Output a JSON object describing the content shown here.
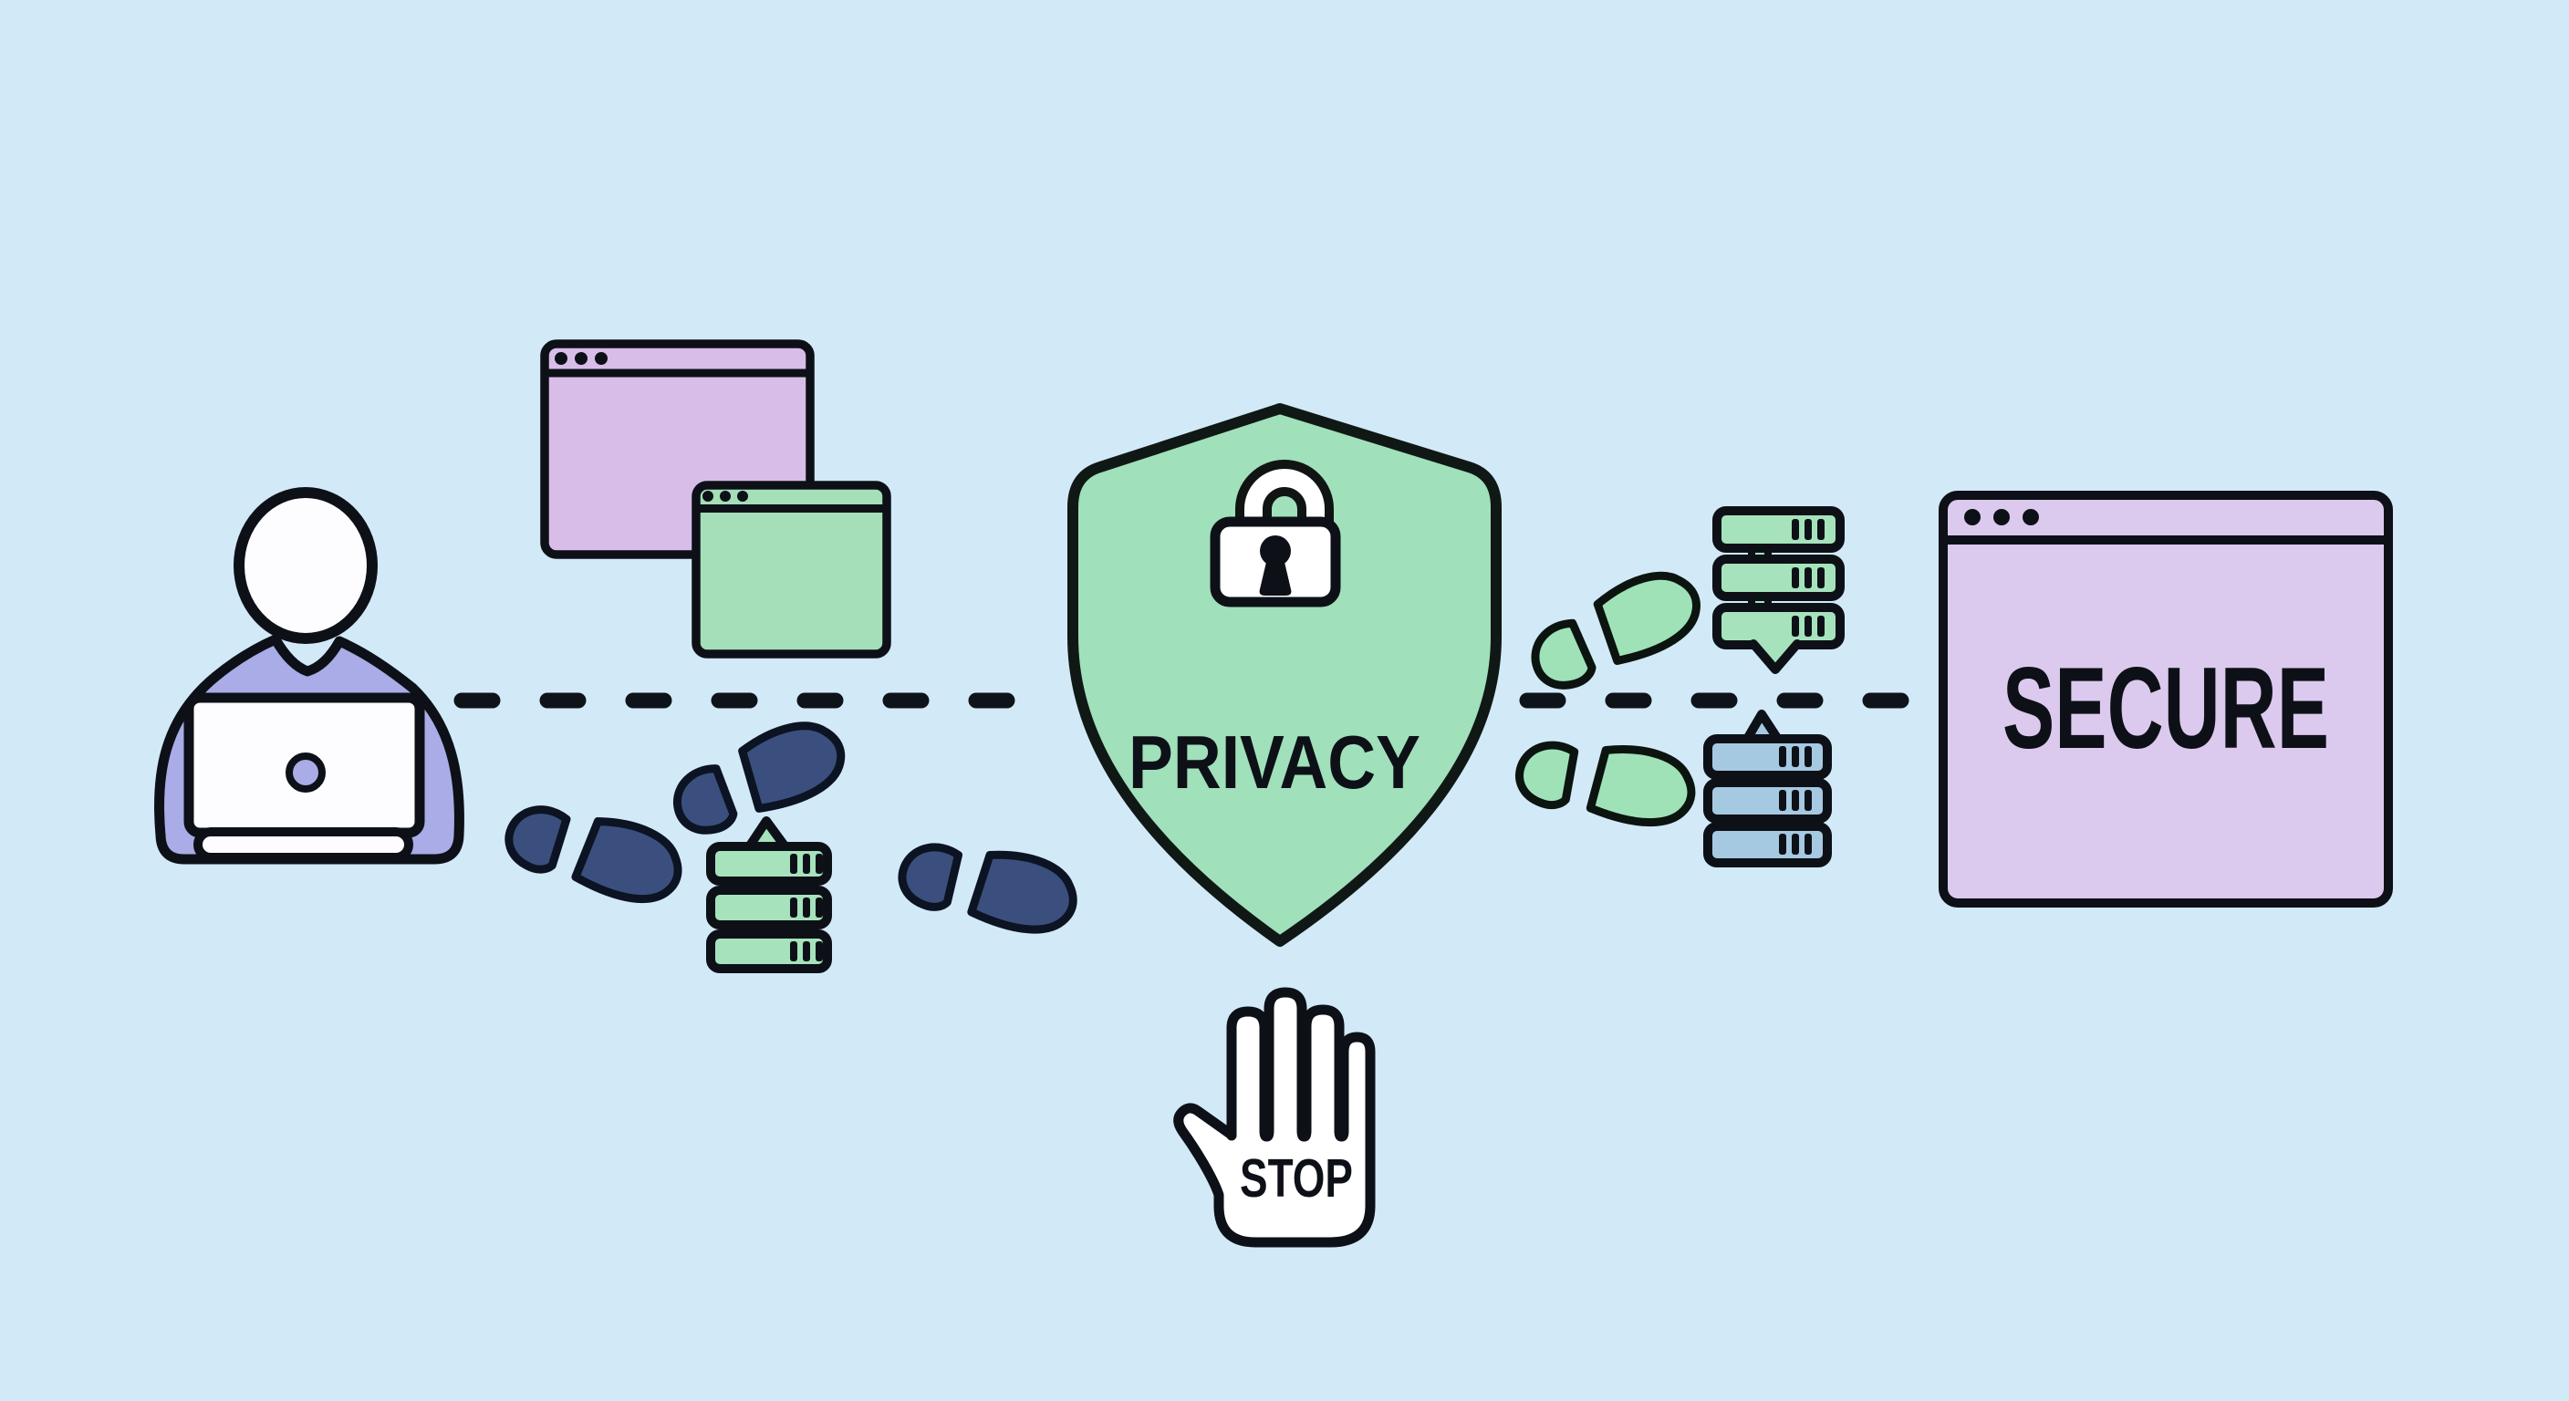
{
  "illustration": {
    "background_color": "#d2e9f8",
    "outline_color": "#0d1117",
    "dotted_line_color": "#0e1319",
    "labels": {
      "privacy": "PRIVACY",
      "stop": "STOP",
      "secure": "SECURE"
    },
    "left_scene": {
      "user": {
        "icon": "person-at-laptop-icon",
        "shirt_color": "#a9ace6",
        "laptop_color": "#fdfdff"
      },
      "windows": [
        {
          "icon": "browser-window-icon",
          "fill": "#d9bde9"
        },
        {
          "icon": "browser-window-icon",
          "fill": "#a4dfb9"
        }
      ],
      "footprints": {
        "icon": "footprint-icon",
        "count": 3,
        "fill": "#3a4f7d"
      },
      "tracker_server": {
        "icon": "data-server-icon",
        "fill": "#a6e3bd"
      }
    },
    "center_scene": {
      "shield": {
        "icon": "shield-icon",
        "fill": "#a0e0bb"
      },
      "padlock": {
        "icon": "padlock-icon",
        "fill": "#ffffff"
      },
      "stop_hand": {
        "icon": "stop-hand-icon",
        "fill": "#ffffff"
      }
    },
    "right_scene": {
      "footprints": {
        "icon": "footprint-icon",
        "count": 2,
        "fill": "#9fe2b8"
      },
      "servers": [
        {
          "icon": "data-server-icon",
          "fill": "#a6e3bd"
        },
        {
          "icon": "data-server-icon",
          "fill": "#a6c9e2"
        }
      ],
      "secure_window": {
        "icon": "browser-window-icon",
        "fill": "#dcc9ee"
      }
    }
  }
}
